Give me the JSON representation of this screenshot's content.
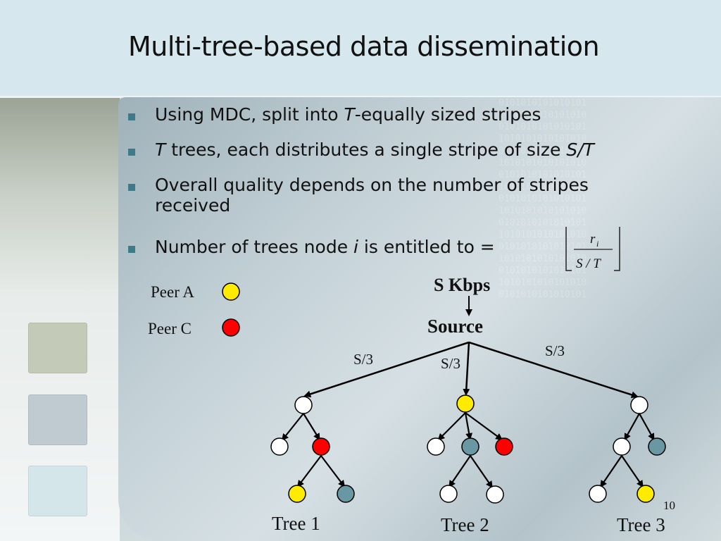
{
  "slide": {
    "title": "Multi-tree-based data dissemination",
    "page_number": "10"
  },
  "bullets": [
    {
      "segments": [
        {
          "t": "Using MDC, split into ",
          "i": false
        },
        {
          "t": "T",
          "i": true
        },
        {
          "t": "-equally sized stripes",
          "i": false
        }
      ]
    },
    {
      "segments": [
        {
          "t": "T",
          "i": true
        },
        {
          "t": " trees, each distributes a single stripe of size ",
          "i": false
        },
        {
          "t": "S/T",
          "i": true
        }
      ]
    },
    {
      "segments": [
        {
          "t": "Overall quality depends on the number of stripes",
          "i": false
        }
      ],
      "line2": "received"
    },
    {
      "segments": [
        {
          "t": "Number of trees node ",
          "i": false
        },
        {
          "t": "i",
          "i": true
        },
        {
          "t": " is entitled to =",
          "i": false
        }
      ]
    }
  ],
  "formula": {
    "numerator": "r",
    "numerator_sub": "i",
    "denominator": "S / T"
  },
  "legend": [
    {
      "label": "Peer A",
      "color": "#ffeb00"
    },
    {
      "label": "Peer C",
      "color": "#ff0000"
    }
  ],
  "diagram": {
    "input_label": "S Kbps",
    "source_label": "Source",
    "edge_labels": [
      "S/3",
      "S/3",
      "S/3"
    ],
    "tree_labels": [
      "Tree 1",
      "Tree 2",
      "Tree 3"
    ],
    "colors": {
      "yellow": "#ffeb00",
      "red": "#ff0000",
      "teal": "#6a98a2",
      "empty": "#ffffff"
    }
  }
}
